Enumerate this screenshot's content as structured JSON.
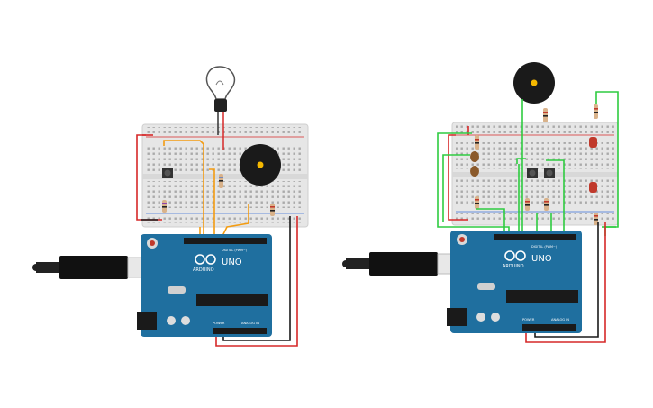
{
  "circuits": [
    {
      "id": "left",
      "board": {
        "brand_text": "ARDUINO",
        "model_text": "UNO",
        "power_label": "POWER",
        "analog_label": "ANALOG IN",
        "digital_label": "DIGITAL (PWM~)"
      },
      "components": [
        "bulb-icon",
        "buzzer-icon",
        "pushbutton",
        "resistor",
        "resistor",
        "resistor"
      ]
    },
    {
      "id": "right",
      "board": {
        "brand_text": "ARDUINO",
        "model_text": "UNO",
        "power_label": "POWER",
        "analog_label": "ANALOG IN",
        "digital_label": "DIGITAL (PWM~)"
      },
      "components": [
        "buzzer-icon",
        "led-red",
        "led-red",
        "pushbutton",
        "pushbutton",
        "photoresistor",
        "photoresistor",
        "resistor",
        "resistor",
        "resistor",
        "resistor",
        "resistor"
      ]
    }
  ],
  "colors": {
    "board_blue": "#1f6f9f",
    "breadboard": "#e6e6e6",
    "wire_red": "#d62828",
    "wire_black": "#1a1a1a",
    "wire_orange": "#f39c12",
    "wire_green": "#2ecc40",
    "led_red": "#c0392b"
  }
}
